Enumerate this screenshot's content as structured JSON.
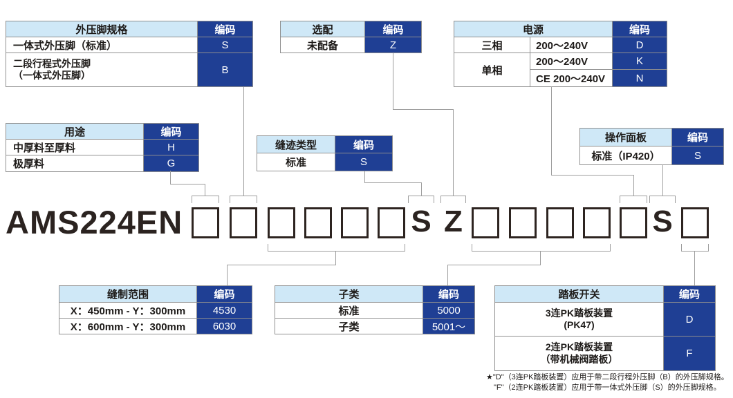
{
  "code_header": "编码",
  "colors": {
    "dark_blue": "#1f3f94",
    "light_blue": "#cfe8f7"
  },
  "model_row": {
    "prefix": "AMS224EN",
    "stitch_code": "S",
    "option_code": "Z",
    "panel_code": "S"
  },
  "tables": {
    "presser_spec": {
      "title": "外压脚规格",
      "rows": [
        {
          "label": "一体式外压脚（标准）",
          "code": "S"
        },
        {
          "label": "二段行程式外压脚\n（一体式外压脚）",
          "code": "B"
        }
      ]
    },
    "option": {
      "title": "选配",
      "rows": [
        {
          "label": "未配备",
          "code": "Z"
        }
      ]
    },
    "power": {
      "title": "电源",
      "rows": [
        {
          "phase": "三相",
          "voltage": "200～240V",
          "code": "D"
        },
        {
          "phase": "单相",
          "voltage": "200～240V",
          "code": "K"
        },
        {
          "voltage": "CE 200～240V",
          "code": "N"
        }
      ]
    },
    "application": {
      "title": "用途",
      "rows": [
        {
          "label": "中厚料至厚料",
          "code": "H"
        },
        {
          "label": "极厚料",
          "code": "G"
        }
      ]
    },
    "stitch_type": {
      "title": "缝迹类型",
      "rows": [
        {
          "label": "标准",
          "code": "S"
        }
      ]
    },
    "panel": {
      "title": "操作面板",
      "rows": [
        {
          "label": "标准（IP420）",
          "code": "S"
        }
      ]
    },
    "sewing_area": {
      "title": "缝制范围",
      "rows": [
        {
          "label": "X：450mm - Y：300mm",
          "code": "4530"
        },
        {
          "label": "X：600mm - Y：300mm",
          "code": "6030"
        }
      ]
    },
    "subclass": {
      "title": "子类",
      "rows": [
        {
          "label": "标准",
          "code": "5000"
        },
        {
          "label": "子类",
          "code": "5001～"
        }
      ]
    },
    "pedal": {
      "title": "踏板开关",
      "rows": [
        {
          "label": "3连PK踏板装置\n(PK47)",
          "code": "D"
        },
        {
          "label": "2连PK踏板装置\n（带机械阀踏板）",
          "code": "F"
        }
      ]
    }
  },
  "footnote": {
    "line1": "★\"D\"（3连PK踏板装置）应用于带二段行程外压脚（B）的外压脚规格。",
    "line2": "\"F\"（2连PK踏板装置）应用于带一体式外压脚（S）的外压脚规格。"
  }
}
